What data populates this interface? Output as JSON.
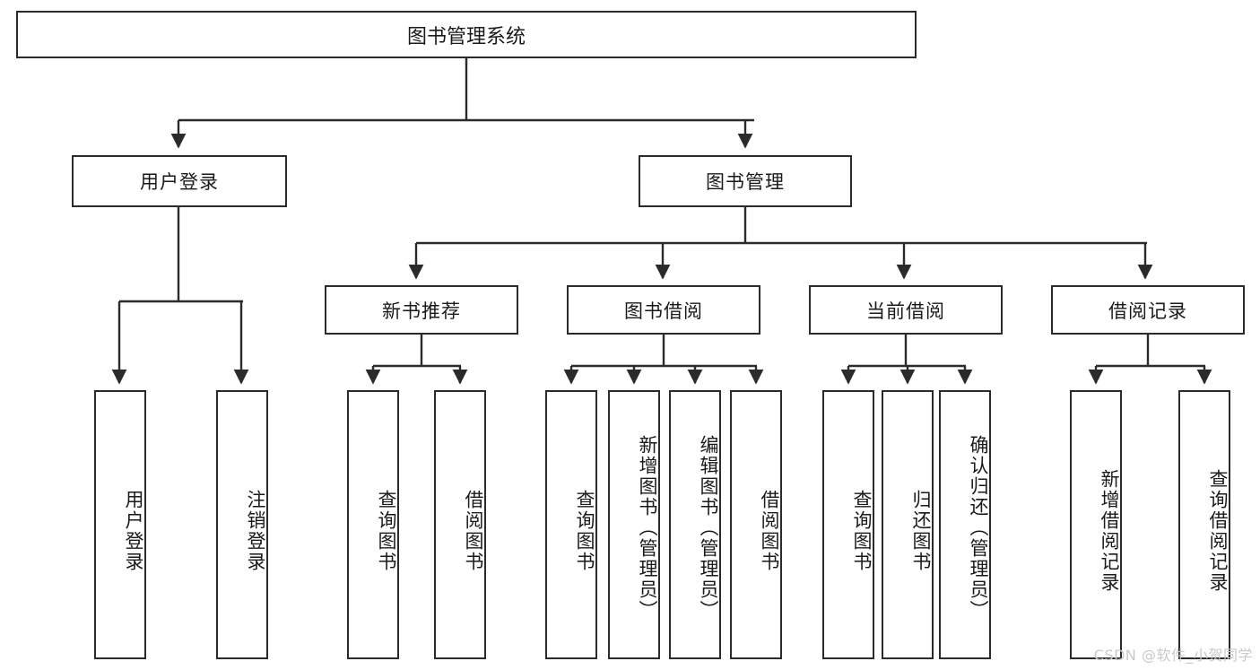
{
  "diagram": {
    "title": "图书管理系统",
    "type": "tree-hierarchy",
    "root": {
      "label": "图书管理系统"
    },
    "level1": [
      {
        "label": "用户登录"
      },
      {
        "label": "图书管理"
      }
    ],
    "level2": [
      {
        "label": "新书推荐"
      },
      {
        "label": "图书借阅"
      },
      {
        "label": "当前借阅"
      },
      {
        "label": "借阅记录"
      }
    ],
    "leaves": {
      "user_login": [
        {
          "label": "用户登录"
        },
        {
          "label": "注销登录"
        }
      ],
      "new_book_recommend": [
        {
          "label": "查询图书"
        },
        {
          "label": "借阅图书"
        }
      ],
      "book_borrow": [
        {
          "label": "查询图书"
        },
        {
          "label": "新增图书（管理员）"
        },
        {
          "label": "编辑图书（管理员）"
        },
        {
          "label": "借阅图书"
        }
      ],
      "current_borrow": [
        {
          "label": "查询图书"
        },
        {
          "label": "归还图书"
        },
        {
          "label": "确认归还（管理员）"
        }
      ],
      "borrow_record": [
        {
          "label": "新增借阅记录"
        },
        {
          "label": "查询借阅记录"
        }
      ]
    }
  },
  "watermark": {
    "text": "CSDN @软件_小贺同学"
  },
  "colors": {
    "stroke": "#2b2b2b",
    "background": "#ffffff",
    "text": "#1a1a1a",
    "watermark": "#c9c9c9"
  }
}
